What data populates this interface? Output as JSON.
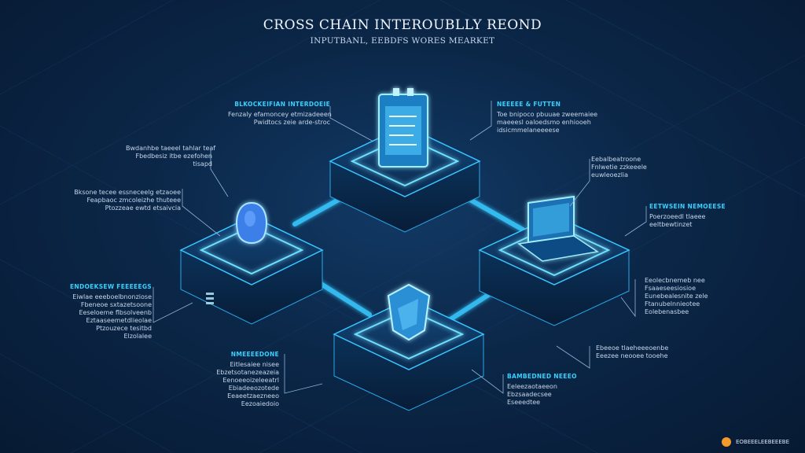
{
  "header": {
    "title": "CROSS CHAIN INTEROUBLLY REOND",
    "subtitle": "INPUTBANL, EEBDFS WORES MEARKET"
  },
  "icons": {
    "top_node": "server-screen-icon",
    "left_node": "shield-blob-icon",
    "right_node": "laptop-icon",
    "bottom_node": "shield-crystal-icon",
    "watermark": "circle-logo-icon"
  },
  "colors": {
    "background": "#0b2748",
    "accent": "#37d0ff",
    "platform": "#0e2f55"
  },
  "notes": {
    "top_left": {
      "title": "BLKOCKEIFIAN INTERDOEIE",
      "lines": [
        "Fenzaly efamoncey etmizadeeen",
        "Pwidtocs zeie arde-stroc"
      ]
    },
    "top_right": {
      "title": "NEEEEE & FUTTEN",
      "lines": [
        "Toe bnipoco pbuuae zweemaiee",
        "maeeesl oaloedsmo enhiooeh",
        "idsicmmelaneeeese"
      ]
    },
    "left_upper": {
      "title": "",
      "lines": [
        "Bwdanhbe taeeel tahlar teaf",
        "Fbedbesiz itbe ezefohen",
        "tisapd"
      ]
    },
    "left_mid": {
      "title": "",
      "lines": [
        "Bksone tecee essneceelg etzaoee",
        "Feapbaoc zmcoleizhe thuteee",
        "Ptozzeae ewtd etsaivcia"
      ]
    },
    "right_upper": {
      "title": "",
      "lines": [
        "Eebalbeatroone",
        "Fnlwetie zzkeeele",
        "euwleoezlia"
      ]
    },
    "right_mid": {
      "title": "EETWSEIN NEMOEESE",
      "lines": [
        "Poerzoeedl tlaeee",
        "eeltbewtinzet"
      ]
    },
    "left_lower": {
      "title": "ENDOEKSEW FEEEEEGS",
      "lines": [
        "Eiwlae eeeboelbnonziose",
        "Fbeneoe sxtazetsoone",
        "Eeseloeme flbsolveenb",
        "Eztaaseemetdlieolae",
        "Ptzouzece tesitbd",
        "Elzolalee"
      ]
    },
    "right_lower": {
      "title": "",
      "lines": [
        "Eeolecbnemeb nee",
        "Fsaaeseesiosioe",
        "Eunebealesnite zele",
        "Ftanubelnnieotee",
        "Eolebenasbee"
      ]
    },
    "bottom_left": {
      "title": "NMEEEEDONE",
      "lines": [
        "Eitlesaiee nisee",
        "Ebzetsotanezeazeia",
        "Eenoeeoizeleeatrl",
        "Ebiadeeozotede",
        "Eeaeetzaezneeo",
        "Eezoaiedoio"
      ]
    },
    "bottom_right": {
      "title": "BAMBEDNED NEEEO",
      "lines": [
        "Eeleezaotaeeon",
        "Ebzsaadecsee",
        "Eseeedtee"
      ]
    },
    "right_bottom": {
      "title": "",
      "lines": [
        "Ebeeoe tlaeheeeoenbe",
        "Eeezee neooee tooehe"
      ]
    }
  },
  "watermark": {
    "text": "EOBEEELEEBEEEBE"
  }
}
